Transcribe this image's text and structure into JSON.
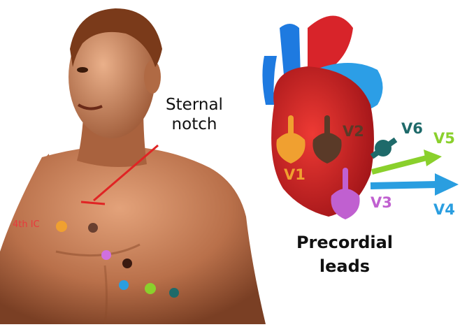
{
  "labels": {
    "sternal_notch": "Sternal\nnotch",
    "fourth_ic": "4th IC",
    "title_line1": "Precordial",
    "title_line2": "leads"
  },
  "leads": [
    {
      "name": "V1",
      "color": "#f0a030"
    },
    {
      "name": "V2",
      "color": "#5a3a28"
    },
    {
      "name": "V3",
      "color": "#c060d0"
    },
    {
      "name": "V4",
      "color": "#2a9ee0"
    },
    {
      "name": "V5",
      "color": "#8ad02c"
    },
    {
      "name": "V6",
      "color": "#1e6a6a"
    }
  ],
  "colors": {
    "skin": "#b8704a",
    "heart": "#d8242a",
    "vessels": "#1e7ae0",
    "pointer": "#e02424"
  }
}
